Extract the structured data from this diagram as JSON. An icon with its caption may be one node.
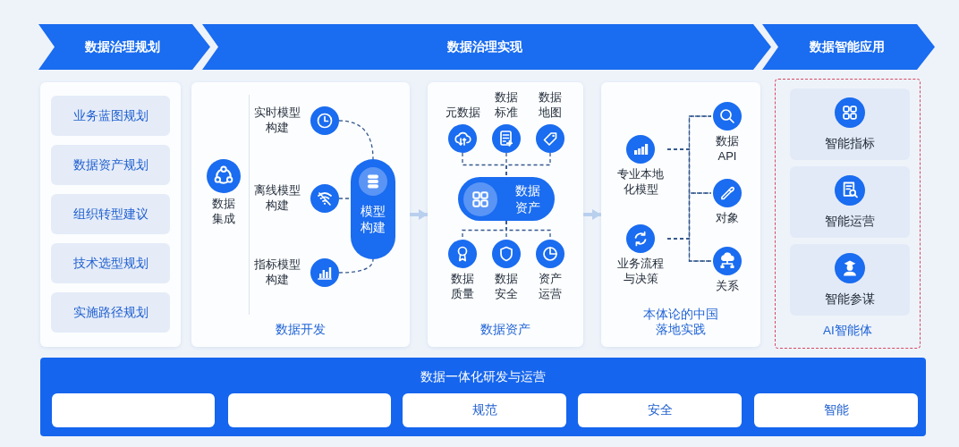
{
  "diagram": {
    "nodes": [
      {
        "text": [
          "数据治理规划"
        ]
      },
      {
        "text": [
          "数据治理实现"
        ]
      },
      {
        "text": [
          "数据智能应用"
        ]
      },
      {
        "text": [],
        "shape": "box"
      },
      {
        "text": [
          "业务蓝图规划"
        ],
        "in": 3
      },
      {
        "text": [
          "数据资产规划"
        ],
        "in": 3
      },
      {
        "text": [
          "组织转型建议"
        ],
        "in": 3
      },
      {
        "text": [
          "技术选型规划"
        ],
        "in": 3
      },
      {
        "text": [
          "实施路径规划"
        ],
        "in": 3
      },
      {
        "text": [
          "数据开发"
        ]
      },
      {
        "text": [
          "数据集成"
        ],
        "in": 9
      },
      {
        "text": [
          "实时模型构建"
        ],
        "in": 9
      },
      {
        "text": [
          "离线模型构建"
        ],
        "in": 9
      },
      {
        "text": [
          "指标模型构建"
        ],
        "in": 9
      },
      {
        "text": [
          "模型构建"
        ],
        "in": 9
      },
      {
        "text": [
          "数据资产"
        ]
      },
      {
        "text": [
          "元数据"
        ],
        "in": 15
      },
      {
        "text": [
          "数据标准"
        ],
        "in": 15
      },
      {
        "text": [
          "数据地图"
        ],
        "in": 15
      },
      {
        "text": [
          "数据资产"
        ],
        "in": 15
      },
      {
        "text": [
          "数据质量"
        ],
        "in": 15
      },
      {
        "text": [
          "数据安全"
        ],
        "in": 15
      },
      {
        "text": [
          "资产运营"
        ],
        "in": 15
      },
      {
        "text": [
          "本体论的中国落地实践"
        ]
      },
      {
        "text": [
          "专业本地化模型"
        ],
        "in": 23
      },
      {
        "text": [
          "业务流程与决策"
        ],
        "in": 23
      },
      {
        "text": [
          "数据API"
        ],
        "in": 23
      },
      {
        "text": [
          "对象"
        ],
        "in": 23
      },
      {
        "text": [
          "关系"
        ],
        "in": 23
      },
      {
        "text": [
          "AI智能体"
        ]
      },
      {
        "text": [
          "智能指标"
        ],
        "in": 29
      },
      {
        "text": [
          "智能运营"
        ],
        "in": 29
      },
      {
        "text": [
          "智能参谋"
        ],
        "in": 29
      },
      {
        "text": [
          "数据一体化研发与运营"
        ]
      },
      {
        "text": [],
        "shape": "box",
        "in": 33
      },
      {
        "text": [],
        "shape": "box",
        "in": 33
      },
      {
        "text": [
          "规范"
        ],
        "in": 33
      },
      {
        "text": [
          "安全"
        ],
        "in": 33
      },
      {
        "text": [
          "智能"
        ],
        "in": 33
      }
    ],
    "edges": [
      {
        "from": 11,
        "to": 14,
        "arrow": "none",
        "style": "dashed"
      },
      {
        "from": 12,
        "to": 14,
        "arrow": "none",
        "style": "dashed"
      },
      {
        "from": 13,
        "to": 14,
        "arrow": "none",
        "style": "dashed"
      },
      {
        "from": 9,
        "to": 15,
        "arrow": "to",
        "style": "thick",
        "color": "#b9cfee"
      },
      {
        "from": 16,
        "to": 19,
        "arrow": "none",
        "style": "dashed"
      },
      {
        "from": 17,
        "to": 19,
        "arrow": "none",
        "style": "dashed"
      },
      {
        "from": 18,
        "to": 19,
        "arrow": "none",
        "style": "dashed"
      },
      {
        "from": 19,
        "to": 20,
        "arrow": "none",
        "style": "dashed"
      },
      {
        "from": 19,
        "to": 21,
        "arrow": "none",
        "style": "dashed"
      },
      {
        "from": 19,
        "to": 22,
        "arrow": "none",
        "style": "dashed"
      },
      {
        "from": 15,
        "to": 23,
        "arrow": "to",
        "style": "thick",
        "color": "#b9cfee"
      },
      {
        "from": 24,
        "to": 26,
        "arrow": "none",
        "style": "dashed"
      },
      {
        "from": 24,
        "to": 27,
        "arrow": "none",
        "style": "dashed"
      },
      {
        "from": 24,
        "to": 28,
        "arrow": "none",
        "style": "dashed"
      },
      {
        "from": 25,
        "to": 26,
        "arrow": "none",
        "style": "dashed"
      },
      {
        "from": 25,
        "to": 27,
        "arrow": "none",
        "style": "dashed"
      },
      {
        "from": 25,
        "to": 28,
        "arrow": "none",
        "style": "dashed"
      }
    ]
  }
}
